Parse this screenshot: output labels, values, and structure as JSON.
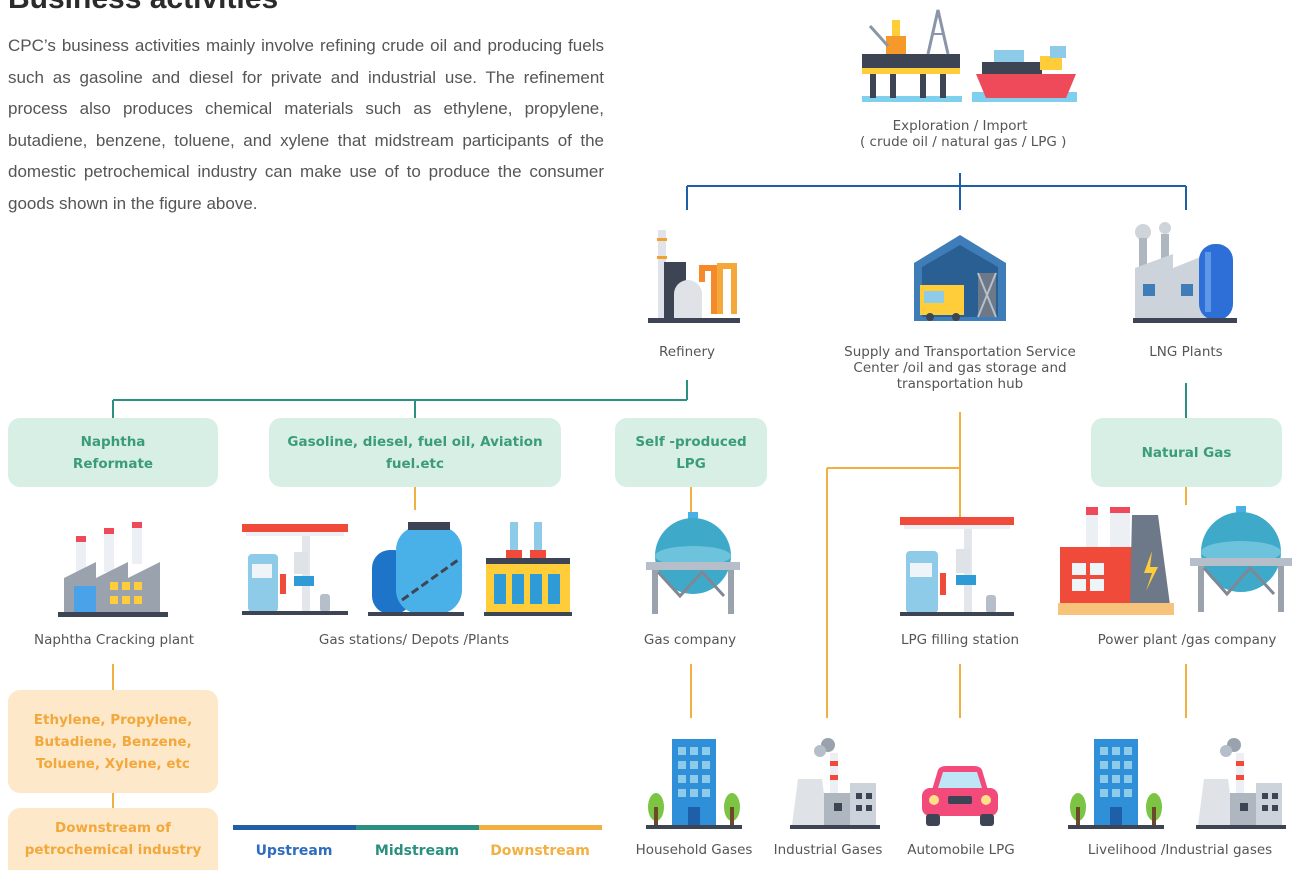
{
  "title": "Business activities",
  "intro": "CPC’s business activities mainly involve refining crude oil and producing fuels such as gasoline and diesel for private and industrial use. The refinement process also produces chemical materials such as ethylene, propylene, butadiene, benzene, toluene, and xylene that midstream participants of the domestic petrochemical industry can make use of to produce the consumer goods shown in the figure above.",
  "colors": {
    "upstream": "#1f5fa6",
    "midstream": "#2b9080",
    "downstream": "#f3b042"
  },
  "nodes": {
    "exploration": {
      "line1": "Exploration / Import",
      "line2": "( crude oil / natural gas / LPG )"
    },
    "refinery": "Refinery",
    "supply": {
      "line1": "Supply and Transportation Service",
      "line2": "Center /oil and gas storage and",
      "line3": "transportation hub"
    },
    "lng": "LNG Plants",
    "naphtha_cracking": "Naphtha Cracking plant",
    "gas_stations": "Gas stations/ Depots /Plants",
    "gas_company": "Gas company",
    "lpg_filling": "LPG filling station",
    "power_plant": "Power plant /gas company",
    "household": "Household Gases",
    "industrial": "Industrial Gases",
    "automobile": "Automobile LPG",
    "livelihood": "Livelihood /Industrial gases"
  },
  "boxes": {
    "naphtha": {
      "line1": "Naphtha",
      "line2": "Reformate"
    },
    "gasoline": {
      "line1": "Gasoline, diesel, fuel oil, Aviation",
      "line2": "fuel.etc"
    },
    "lpg": {
      "line1": "Self -produced",
      "line2": "LPG"
    },
    "natural_gas": "Natural Gas",
    "chemicals": {
      "line1": "Ethylene, Propylene,",
      "line2": "Butadiene, Benzene,",
      "line3": "Toluene, Xylene, etc"
    },
    "downstream": {
      "line1": "Downstream of",
      "line2": "petrochemical industry"
    }
  },
  "legend": {
    "upstream": "Upstream",
    "midstream": "Midstream",
    "downstream": "Downstream"
  }
}
